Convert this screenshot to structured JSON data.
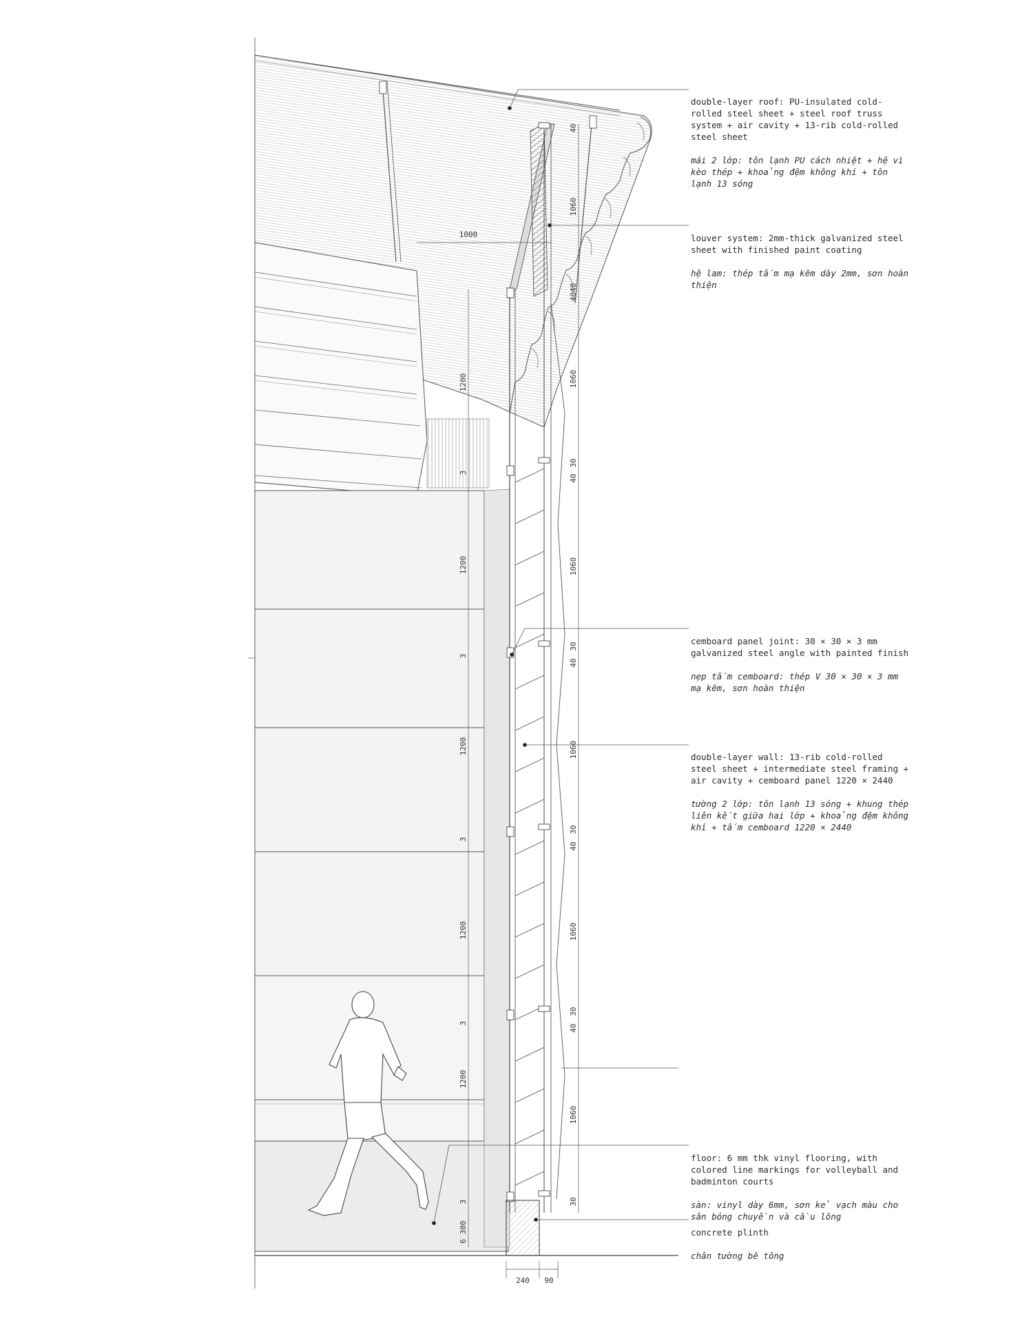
{
  "annotations": [
    {
      "id": "roof",
      "en": "double-layer roof: PU-insulated cold-rolled steel sheet + steel roof truss system + air cavity + 13-rib cold-rolled steel sheet",
      "vi": "mái 2 lớp: tôn lạnh PU cách nhiệt + hệ vì kèo thép + khoảng đệm không khí + tôn lạnh 13 sóng"
    },
    {
      "id": "louver",
      "en": "louver system: 2mm-thick galvanized steel sheet with finished paint coating",
      "vi": "hệ lam: thép tấm mạ kẽm dày 2mm, sơn hoàn thiện"
    },
    {
      "id": "joint",
      "en": "cemboard panel joint: 30 × 30 × 3 mm galvanized steel angle with painted finish",
      "vi": "nẹp tấm cemboard: thép V 30 × 30 × 3 mm mạ kẽm, sơn hoàn thiện"
    },
    {
      "id": "wall",
      "en": "double-layer wall: 13-rib cold-rolled steel sheet + intermediate steel framing + air cavity + cemboard panel 1220 × 2440",
      "vi": "tường 2 lớp: tôn lạnh 13 sóng + khung thép liên kết giữa hai lớp + khoảng đệm không khí + tấm cemboard 1220 × 2440"
    },
    {
      "id": "floor",
      "en": "floor: 6 mm thk vinyl flooring, with colored line markings for volleyball and badminton courts",
      "vi": "sàn: vinyl dày 6mm, sơn kẻ vạch màu cho sân bóng chuyền và cầu lông"
    },
    {
      "id": "plinth",
      "en": "concrete plinth",
      "vi": "chân tường bê tông"
    }
  ],
  "dimensions": {
    "top_width": "1000",
    "left_column": [
      "1200",
      "3",
      "1200",
      "3",
      "1200",
      "3",
      "1200",
      "3",
      "1200",
      "3",
      "6 300"
    ],
    "right_column": [
      "40",
      "1060",
      "4040",
      "1060",
      "40",
      "30",
      "1060",
      "40",
      "30",
      "1060",
      "40",
      "30",
      "1060",
      "40",
      "30",
      "1060",
      "30"
    ],
    "bottom": [
      "240",
      "90"
    ]
  },
  "colors": {
    "line": "#4a4a4a",
    "fill_light": "#f4f4f4",
    "fill_floor": "#ececec",
    "hatch": "#9a9a9a"
  }
}
